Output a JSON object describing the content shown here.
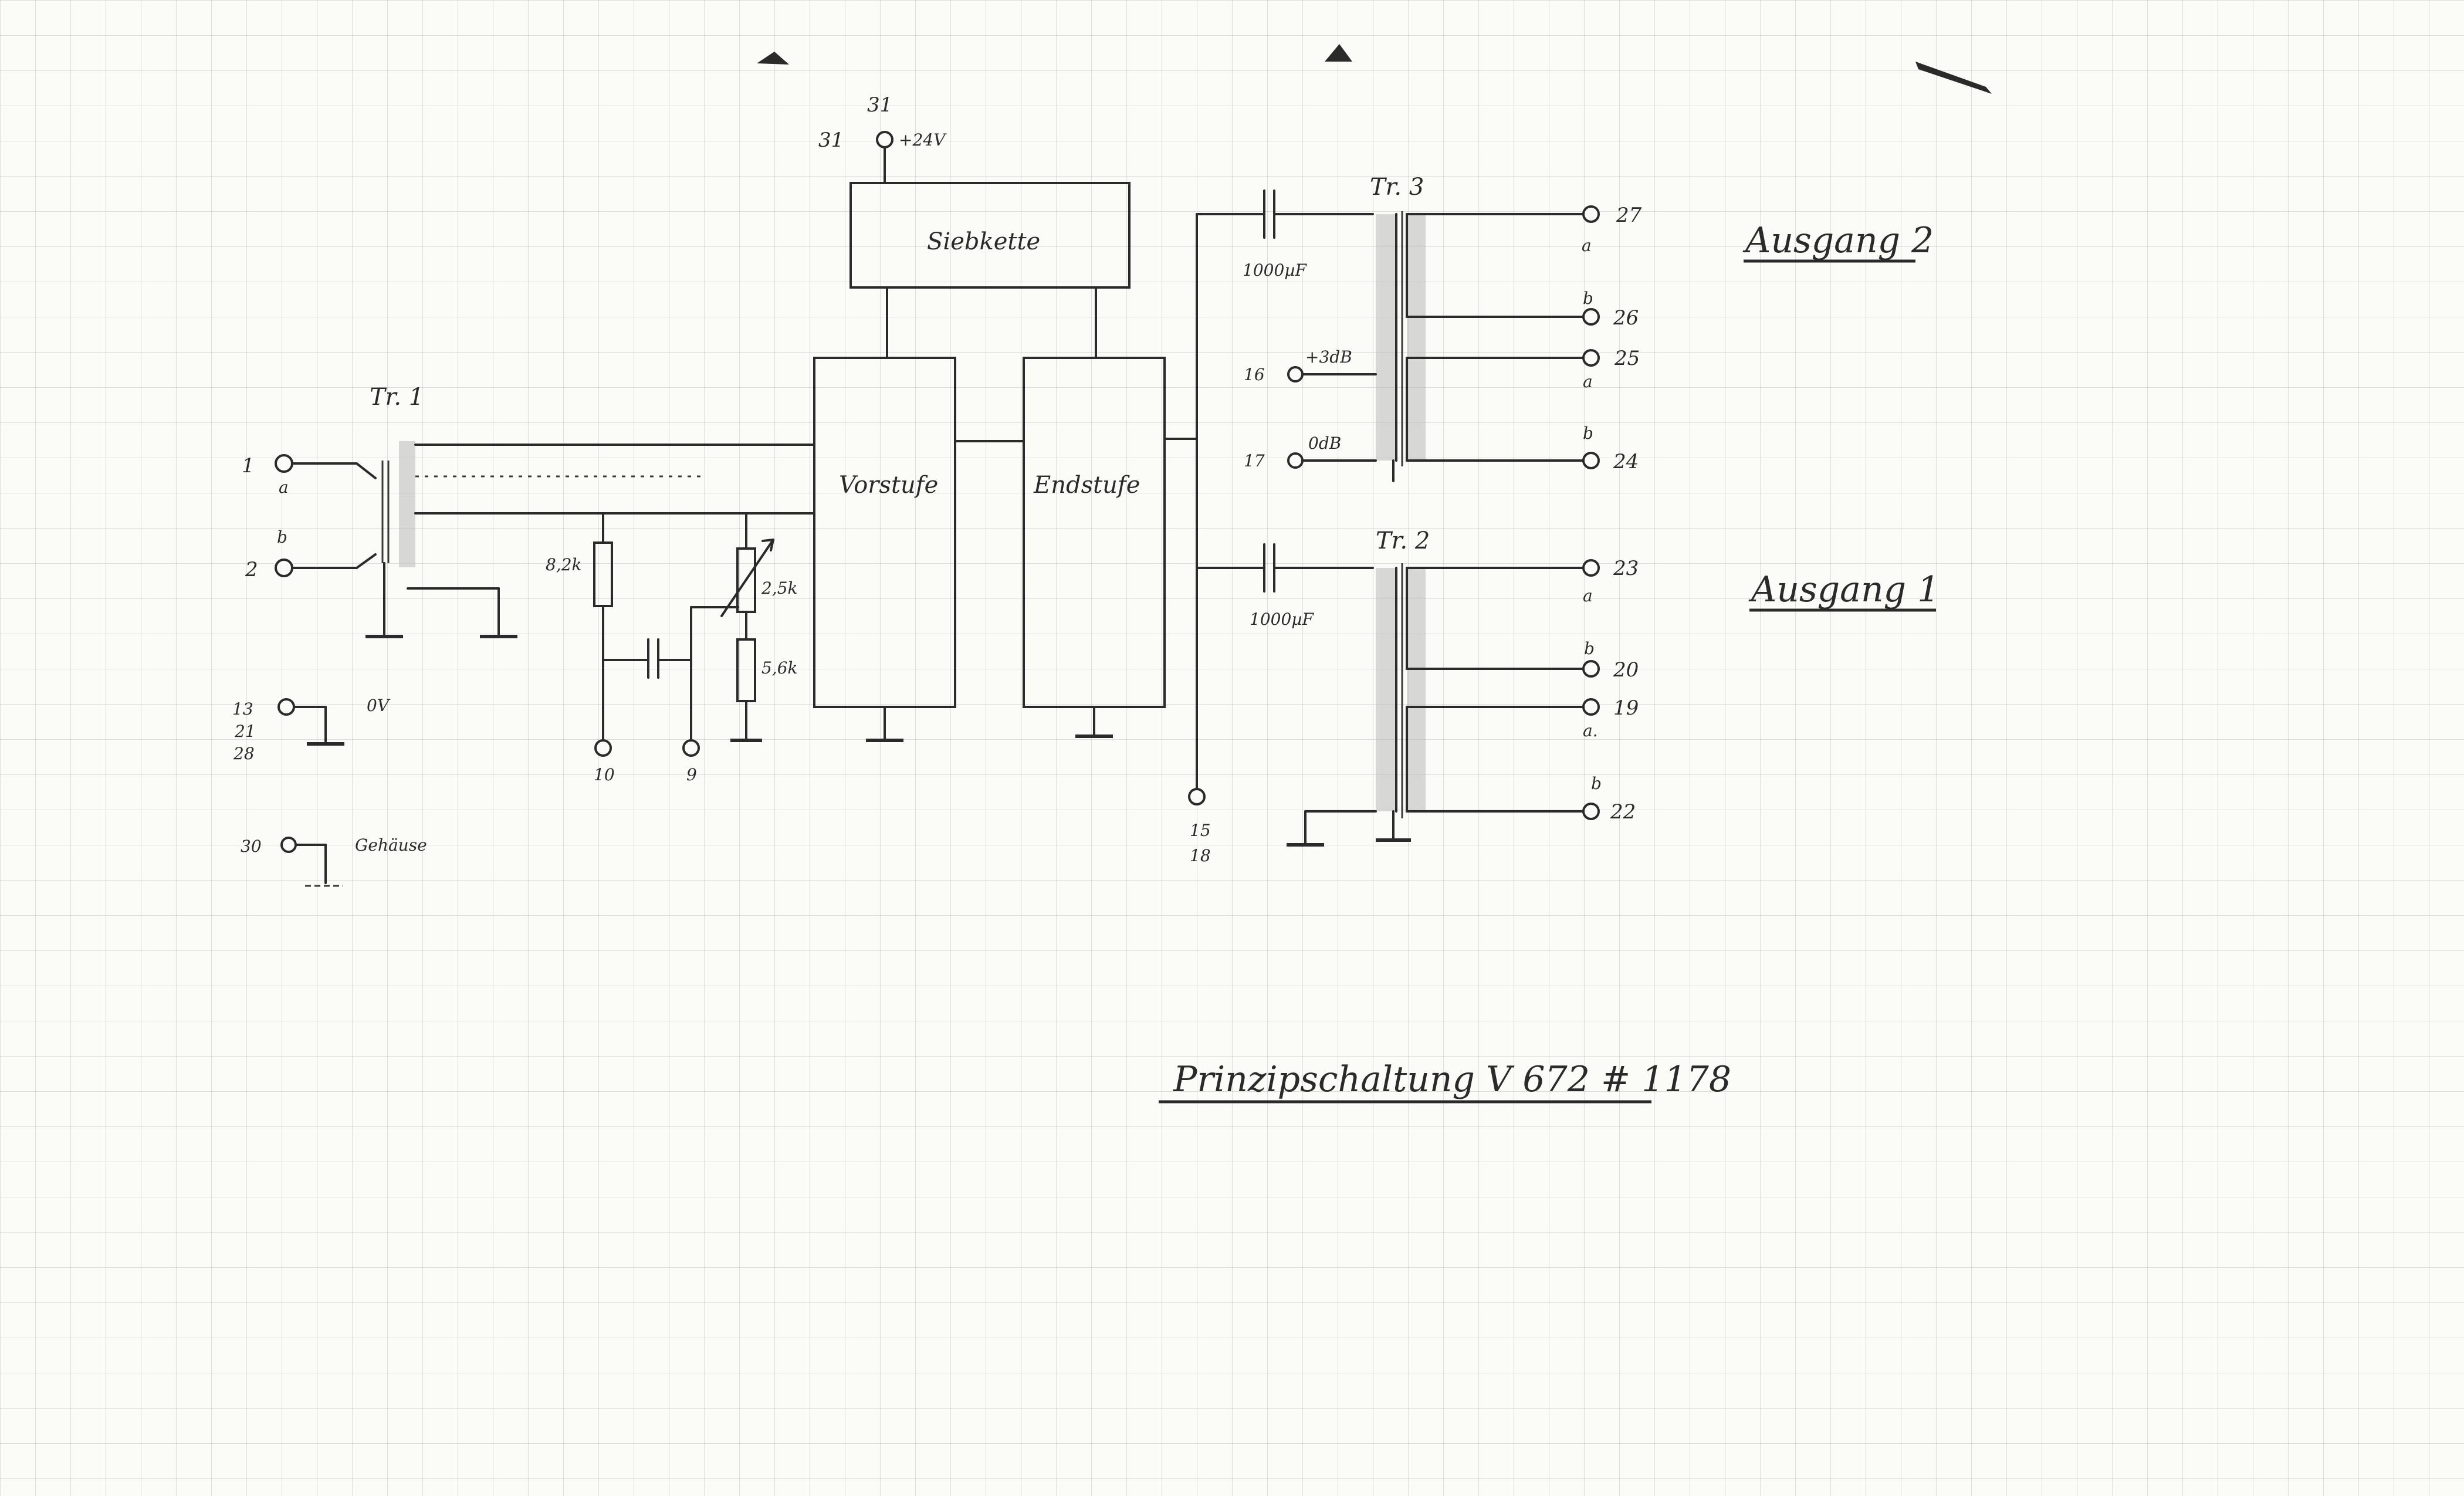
{
  "diagram": {
    "title": "Prinzipschaltung V 672 # 1178",
    "blocks": {
      "siebkette": "Siebkette",
      "vorstufe": "Vorstufe",
      "endstufe": "Endstufe"
    },
    "supply": {
      "terminal": "31",
      "terminal_alt": "31",
      "voltage": "+24V"
    },
    "transformers": {
      "tr1": "Tr. 1",
      "tr2": "Tr. 2",
      "tr3": "Tr. 3"
    },
    "input_terminals": [
      {
        "num": "1",
        "tag": "a"
      },
      {
        "num": "2",
        "tag": "b"
      }
    ],
    "ground_terminals": {
      "nums": [
        "13",
        "21",
        "28"
      ],
      "label": "0V"
    },
    "case_terminal": {
      "num": "30",
      "label": "Gehäuse"
    },
    "components": {
      "r1": "8,2k",
      "pot": "2,5k",
      "r2": "5,6k",
      "c_out2": "1000µF",
      "c_out1": "1000µF"
    },
    "control_terminals": {
      "t10": "10",
      "t9": "9"
    },
    "output_common": {
      "num1": "15",
      "num2": "18"
    },
    "tr3_level_terminals": [
      {
        "num": "16",
        "label": "+3dB"
      },
      {
        "num": "17",
        "label": "0dB"
      }
    ],
    "output2": {
      "label": "Ausgang 2",
      "terminals": [
        {
          "num": "27",
          "tag": "a"
        },
        {
          "num": "26",
          "tag": "b"
        },
        {
          "num": "25",
          "tag": "a"
        },
        {
          "num": "24",
          "tag": "b"
        }
      ]
    },
    "output1": {
      "label": "Ausgang 1",
      "terminals": [
        {
          "num": "23",
          "tag": "a"
        },
        {
          "num": "20",
          "tag": "b"
        },
        {
          "num": "19",
          "tag": "a."
        },
        {
          "num": "22",
          "tag": "b"
        }
      ]
    }
  }
}
